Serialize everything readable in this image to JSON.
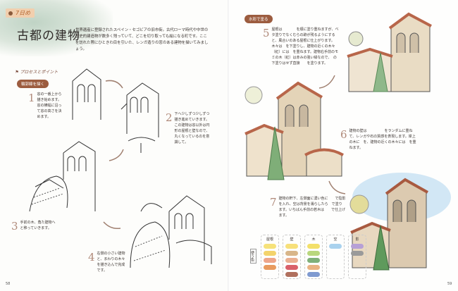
{
  "left_page": {
    "day_badge": "7日め",
    "title": "古都の建物",
    "intro": "世界遺産に登録されたスペイン・セゴビアの旧市街。古代ローマ時代や中世の歴史的建造物が数多く残っていて、どこを切り取っても絵になる町です。ここを訪れた際にひときわ目を引いた、レンガ造りの窓のある建物を描いてみましょう。",
    "process_heading": "プロセスとポイント",
    "section_pill": "輪郭線を描く",
    "steps": [
      {
        "num": "1",
        "text": "窓の一番上から描き始めます。窓の横幅に沿って窓の高さを決めます。"
      },
      {
        "num": "2",
        "text": "下へ少しずつ少しずつ描き進めていきます。この建物は窓以外は円形の屋根と壁なので、丸くなっているのを意識して。"
      },
      {
        "num": "3",
        "text": "手前の木、角た建物へと移っていきます。"
      },
      {
        "num": "4",
        "text": "右側の小さい建物と、まわりの木々を描き込んで完成です。"
      }
    ],
    "page_number": "58"
  },
  "right_page": {
    "section_pill": "水彩で塗る",
    "steps": [
      {
        "num": "5",
        "text": "屋根は　　　　を順に塗り重ねますが、ベタ塗りでなくむらの跡が残るようにすると、風合いのある屋根に仕上がります。木々は　を下塗りし、建物の近くの木々（紅）には　を重ねます。建物右手前のモミの木（紅）は赤みの強い緑なので、　の下塗りはせず直接　　を塗ります。"
      },
      {
        "num": "6",
        "text": "建物の壁は　　　　　をランダムに重ねて、レンガや石の質感を表現します。岸上の木に　を、建物の近くの木々には　を重ねます。"
      },
      {
        "num": "7",
        "text": "建物の軒下、左側面に濃い色に　　で陰影を入れ、空は背景を濡らしたら　で塗ります。いちばん手前の若木は　　で仕上げます。"
      }
    ],
    "palette": {
      "label": "使う色",
      "columns": [
        {
          "name": "屋根",
          "colors": [
            "#f6e27a",
            "#f3d36b",
            "#eda58a",
            "#e89a5e"
          ]
        },
        {
          "name": "壁",
          "colors": [
            "#f7e07a",
            "#d8b68a",
            "#eab092",
            "#d9606a",
            "#b0705e"
          ]
        },
        {
          "name": "木",
          "colors": [
            "#f3e06a",
            "#b9d77e",
            "#7fb07a",
            "#e9b383",
            "#7f9ad0"
          ]
        },
        {
          "name": "空",
          "colors": [
            "#a9d2ee"
          ]
        },
        {
          "name": "影",
          "colors": [
            "#b7a0d6",
            "#9a9a9a"
          ]
        }
      ]
    },
    "page_number": "59"
  },
  "colors": {
    "pill": "#9c5c3f",
    "roof": "#b8664a",
    "wall": "#d9c3a0",
    "tree": "#7fae78",
    "sky": "#bfdcef",
    "wash": "#c5d8c8"
  }
}
